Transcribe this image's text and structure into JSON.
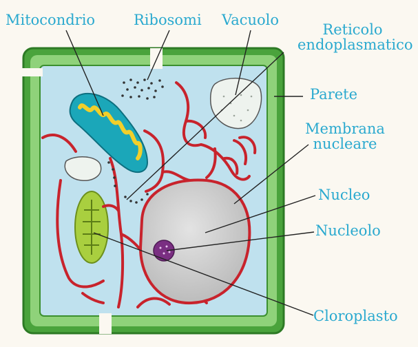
{
  "labels": {
    "mitocondrio": "Mitocondrio",
    "ribosomi": "Ribosomi",
    "vacuolo": "Vacuolo",
    "reticolo_1": "Reticolo",
    "reticolo_2": "endoplasmatico",
    "parete": "Parete",
    "membrana_1": "Membrana",
    "membrana_2": "nucleare",
    "nucleo": "Nucleo",
    "nucleolo": "Nucleolo",
    "cloroplasto": "Cloroplasto"
  },
  "colors": {
    "label_text": "#2aa9cf",
    "cell_wall": "#5cb84a",
    "cytoplasm": "#bfe1ee",
    "reticulum": "#c8232c",
    "nucleus": "#cfcfcf",
    "nucleolus": "#7a2f82",
    "mitochondrion": "#e9c319",
    "chloroplast": "#a9cf3f",
    "leader_line": "#222222"
  }
}
